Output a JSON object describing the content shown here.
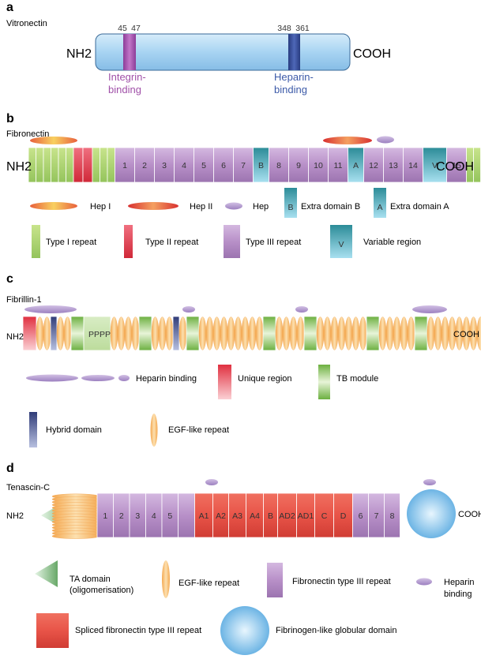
{
  "panels": {
    "a": {
      "label": "a",
      "protein": "Vitronectin",
      "n_term": "NH2",
      "c_term": "COOH",
      "site1": {
        "start": "45",
        "end": "47",
        "label_line1": "Integrin-",
        "label_line2": "binding",
        "color": "#a050a8"
      },
      "site2": {
        "start": "348",
        "end": "361",
        "label_line1": "Heparin-",
        "label_line2": "binding",
        "color": "#3c5aa8"
      }
    },
    "b": {
      "label": "b",
      "protein": "Fibronectin",
      "n_term": "NH2",
      "c_term": "COOH",
      "type3_labels": [
        "1",
        "2",
        "3",
        "4",
        "5",
        "6",
        "7",
        "B",
        "8",
        "9",
        "10",
        "11",
        "A",
        "12",
        "13",
        "14",
        "V",
        "15"
      ],
      "legend": {
        "hep1": "Hep I",
        "hep2": "Hep II",
        "hep": "Hep",
        "edb_box": "B",
        "edb": "Extra domain B",
        "eda_box": "A",
        "eda": "Extra domain A",
        "type1": "Type I repeat",
        "type2": "Type II repeat",
        "type3": "Type III repeat",
        "var_box": "V",
        "var": "Variable region"
      }
    },
    "c": {
      "label": "c",
      "protein": "Fibrillin-1",
      "n_term": "NH2",
      "c_term": "COOH",
      "pppp": "PPPP",
      "legend": {
        "heparin": "Heparin binding",
        "unique": "Unique region",
        "tb": "TB module",
        "hybrid": "Hybrid domain",
        "egf": "EGF-like repeat"
      }
    },
    "d": {
      "label": "d",
      "protein": "Tenascin-C",
      "n_term": "NH2",
      "c_term": "COOH",
      "fn_left": [
        "1",
        "2",
        "3",
        "4",
        "5"
      ],
      "fn_spliced": [
        "A1",
        "A2",
        "A3",
        "A4",
        "B",
        "AD2",
        "AD1",
        "C",
        "D"
      ],
      "fn_right": [
        "6",
        "7",
        "8"
      ],
      "legend": {
        "ta_line1": "TA domain",
        "ta_line2": "(oligomerisation)",
        "egf": "EGF-like repeat",
        "fn3": "Fibronectin type III repeat",
        "hep_line1": "Heparin",
        "hep_line2": "binding",
        "spliced": "Spliced fibronectin type III repeat",
        "fbg": "Fibrinogen-like globular domain"
      }
    }
  },
  "colors": {
    "blue_bar": "#a8d4f0",
    "type1_green": "#a8d070",
    "type2_red": "#e04050",
    "type3_purple": "#b890c8",
    "teal": "#3aa0a8",
    "egf_orange": "#f6bf78",
    "tb_green": "#80c050",
    "hybrid_blue": "#485890",
    "spliced_red": "#e85448",
    "heparin_lavender": "#b49ad0",
    "fbg_blue": "#8cc8ec"
  }
}
